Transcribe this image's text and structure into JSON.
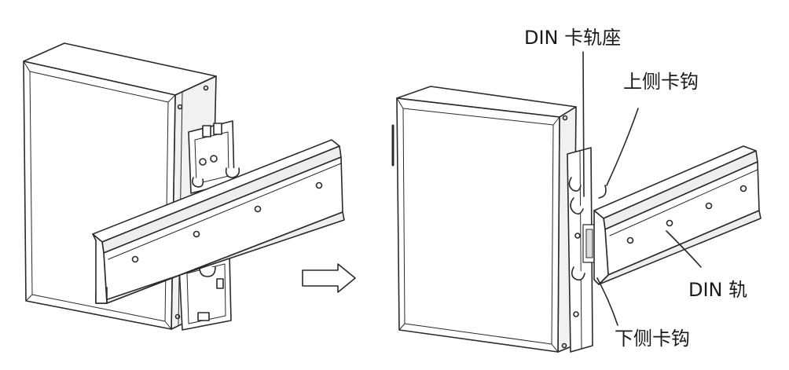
{
  "diagram": {
    "labels": {
      "rail_base": "DIN 卡轨座",
      "upper_hook": "上侧卡钩",
      "din_rail": "DIN 轨",
      "lower_hook": "下侧卡钩"
    },
    "colors": {
      "stroke": "#2a2a2a",
      "fill": "#ffffff",
      "shade": "#e6e6e6",
      "text": "#1a1a1a"
    },
    "icons": [
      "right-arrow-icon"
    ]
  }
}
